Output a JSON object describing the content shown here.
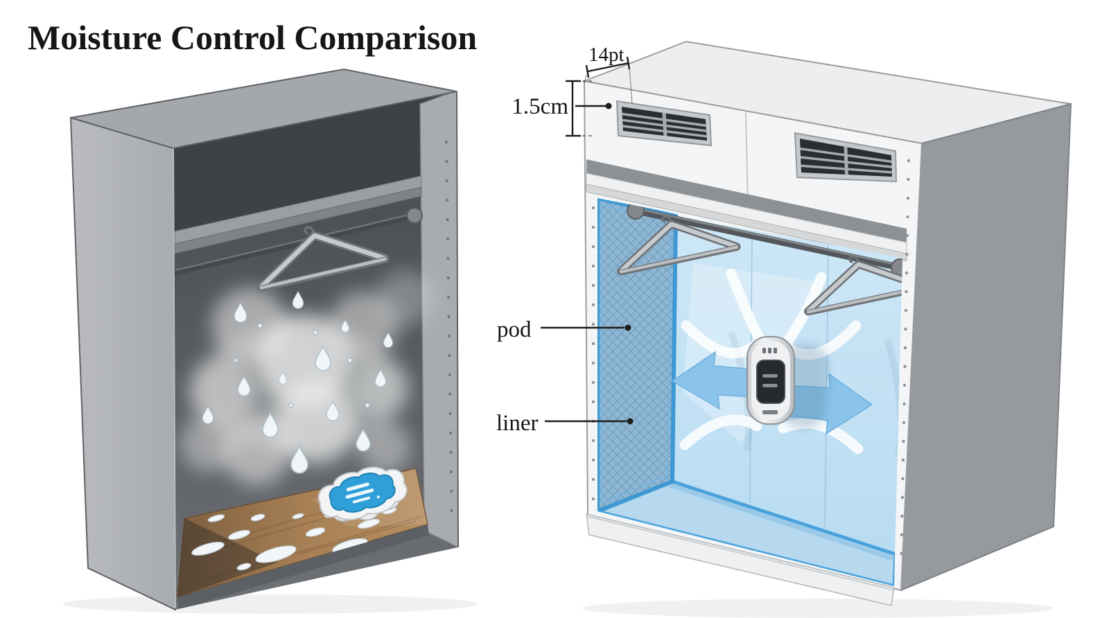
{
  "title": "Moisture Control Comparison",
  "annotations": {
    "top_width": {
      "label": "14pt"
    },
    "vent_height": {
      "label": "1.5cm"
    },
    "pod": {
      "label": "pod"
    },
    "liner": {
      "label": "liner"
    }
  },
  "scene": {
    "left_wardrobe": {
      "name": "humid-wardrobe",
      "parts": [
        "top-shelf",
        "hanger-rod",
        "wood-hanger",
        "mist-cloud",
        "water-drops",
        "wood-floor",
        "puddles",
        "moisture-absorber-tub"
      ]
    },
    "right_wardrobe": {
      "name": "ventilated-wardrobe",
      "parts": [
        "louver-vent-left",
        "louver-vent-right",
        "shelf",
        "mesh-liner-side-wall",
        "liner-back-wall",
        "liner-floor",
        "hanger-rod",
        "wood-hanger-1",
        "wood-hanger-2",
        "dehumidifier-pod",
        "airflow-arrow-left",
        "airflow-arrow-right",
        "airflow-swooshes"
      ]
    }
  },
  "colors": {
    "liner_frame_blue": "#3d98d3",
    "mesh_fill": "#8fb7d3",
    "liner_back": "#d3eaf8",
    "liner_floor": "#b7d9ef",
    "arrow_blue": "#8ac4ea",
    "absorber_label_blue": "#2e9fd8",
    "wood_floor": "#a07c52",
    "cabinet_gray": "#b0b3b6",
    "cabinet_white": "#f4f5f6",
    "annotation_ink": "#1a1a1a"
  }
}
